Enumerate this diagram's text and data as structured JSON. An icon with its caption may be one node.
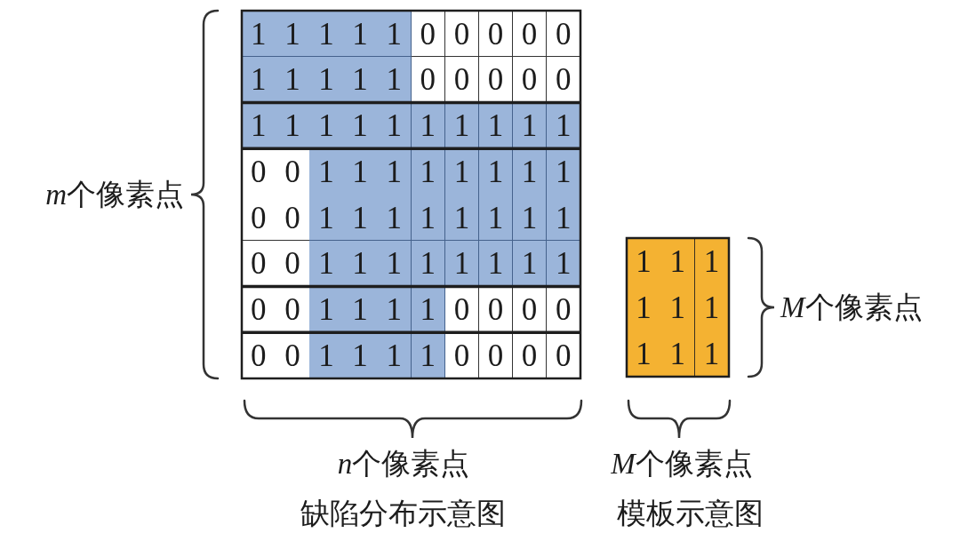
{
  "diagram": {
    "labels": [
      "1",
      "1",
      "1",
      "1",
      "1",
      "0",
      "0",
      "0",
      "0",
      "0",
      "1",
      "1",
      "1",
      "1",
      "1",
      "0",
      "0",
      "0",
      "0",
      "0",
      "1",
      "1",
      "1",
      "1",
      "1",
      "1",
      "1",
      "1",
      "1",
      "1",
      "0",
      "0",
      "1",
      "1",
      "1",
      "1",
      "1",
      "1",
      "1",
      "1",
      "0",
      "0",
      "1",
      "1",
      "1",
      "1",
      "1",
      "1",
      "1",
      "1",
      "0",
      "0",
      "1",
      "1",
      "1",
      "1",
      "1",
      "1",
      "1",
      "1",
      "0",
      "0",
      "1",
      "1",
      "1",
      "1",
      "0",
      "0",
      "0",
      "0",
      "0",
      "0",
      "1",
      "1",
      "1",
      "1",
      "0",
      "0",
      "0",
      "0",
      "m个像素点",
      "1",
      "1",
      "1",
      "1",
      "1",
      "1",
      "1",
      "1",
      "1",
      "M个像素点",
      "n个像素点",
      "M个像素点",
      "缺陷分布示意图",
      "模板示意图"
    ]
  }
}
